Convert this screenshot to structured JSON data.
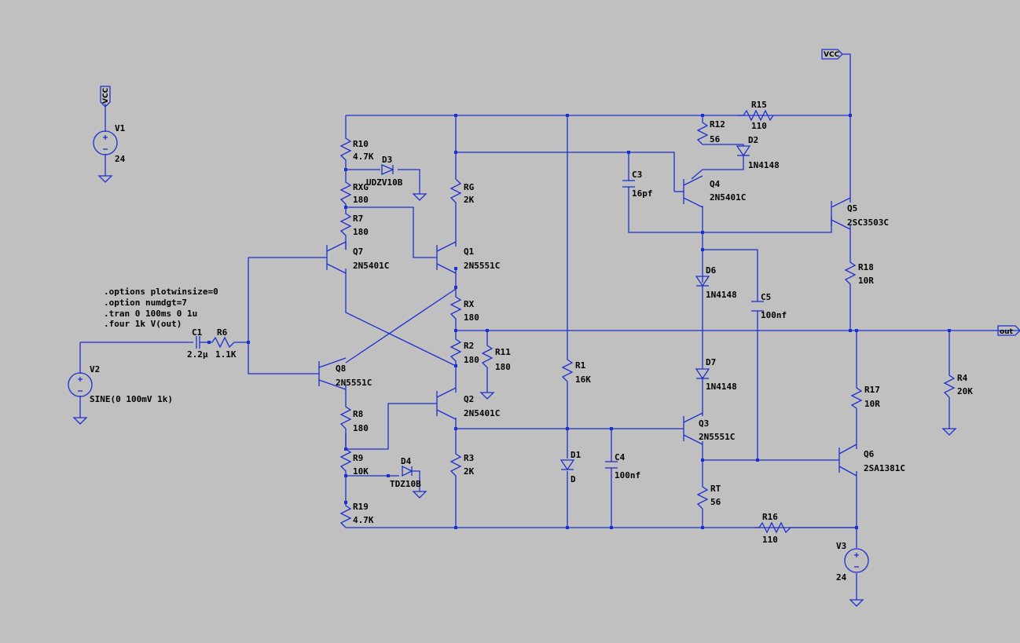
{
  "directives": [
    ".options plotwinsize=0",
    ".option numdgt=7",
    ".tran 0 100ms 0 1u",
    ".four 1k V(out)"
  ],
  "flags": {
    "vcc": "VCC",
    "out": "out"
  },
  "sources": {
    "V1": {
      "name": "V1",
      "value": "24"
    },
    "V2": {
      "name": "V2",
      "value": "SINE(0 100mV 1k)"
    },
    "V3": {
      "name": "V3",
      "value": "24"
    }
  },
  "resistors": {
    "R1": {
      "name": "R1",
      "value": "16K"
    },
    "R2": {
      "name": "R2",
      "value": "180"
    },
    "R3": {
      "name": "R3",
      "value": "2K"
    },
    "R4": {
      "name": "R4",
      "value": "20K"
    },
    "R6": {
      "name": "R6",
      "value": "1.1K"
    },
    "R7": {
      "name": "R7",
      "value": "180"
    },
    "R8": {
      "name": "R8",
      "value": "180"
    },
    "R9": {
      "name": "R9",
      "value": "10K"
    },
    "R10": {
      "name": "R10",
      "value": "4.7K"
    },
    "R11": {
      "name": "R11",
      "value": "180"
    },
    "R12": {
      "name": "R12",
      "value": "56"
    },
    "R15": {
      "name": "R15",
      "value": "110"
    },
    "R16": {
      "name": "R16",
      "value": "110"
    },
    "R17": {
      "name": "R17",
      "value": "10R"
    },
    "R18": {
      "name": "R18",
      "value": "10R"
    },
    "R19": {
      "name": "R19",
      "value": "4.7K"
    },
    "RG": {
      "name": "RG",
      "value": "2K"
    },
    "RX": {
      "name": "RX",
      "value": "180"
    },
    "RXG": {
      "name": "RXG",
      "value": "180"
    },
    "RT": {
      "name": "RT",
      "value": "56"
    }
  },
  "capacitors": {
    "C1": {
      "name": "C1",
      "value": "2.2µ"
    },
    "C3": {
      "name": "C3",
      "value": "16pf"
    },
    "C4": {
      "name": "C4",
      "value": "100nf"
    },
    "C5": {
      "name": "C5",
      "value": "100nf"
    }
  },
  "diodes": {
    "D1": {
      "name": "D1",
      "value": "D"
    },
    "D2": {
      "name": "D2",
      "value": "1N4148"
    },
    "D3": {
      "name": "D3",
      "value": "UDZV10B"
    },
    "D4": {
      "name": "D4",
      "value": "TDZ10B"
    },
    "D6": {
      "name": "D6",
      "value": "1N4148"
    },
    "D7": {
      "name": "D7",
      "value": "1N4148"
    }
  },
  "transistors": {
    "Q1": {
      "name": "Q1",
      "value": "2N5551C"
    },
    "Q2": {
      "name": "Q2",
      "value": "2N5401C"
    },
    "Q3": {
      "name": "Q3",
      "value": "2N5551C"
    },
    "Q4": {
      "name": "Q4",
      "value": "2N5401C"
    },
    "Q5": {
      "name": "Q5",
      "value": "2SC3503C"
    },
    "Q6": {
      "name": "Q6",
      "value": "2SA1381C"
    },
    "Q7": {
      "name": "Q7",
      "value": "2N5401C"
    },
    "Q8": {
      "name": "Q8",
      "value": "2N5551C"
    }
  },
  "colors": {
    "wire": "#1c2fd0",
    "background": "#c0c0c0",
    "text": "#000000"
  }
}
